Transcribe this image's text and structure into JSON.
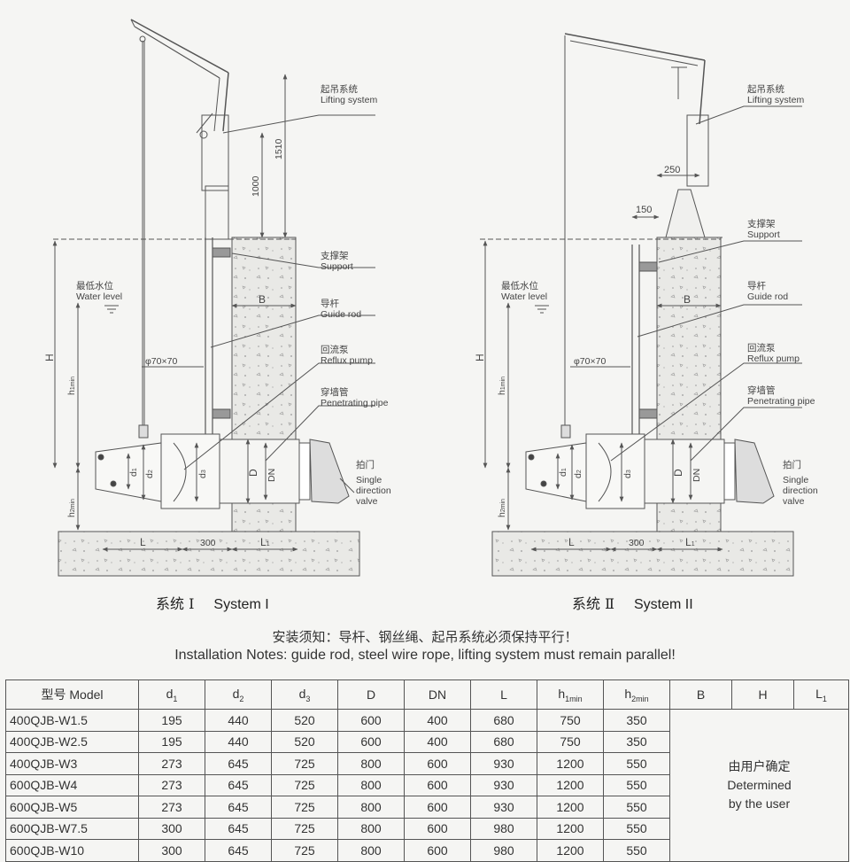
{
  "labels": {
    "lifting_cn": "起吊系统",
    "lifting_en": "Lifting system",
    "support_cn": "支撑架",
    "support_en": "Support",
    "guide_cn": "导杆",
    "guide_en": "Guide rod",
    "pump_cn": "回流泵",
    "pump_en": "Reflux pump",
    "pipe_cn": "穿墙管",
    "pipe_en": "Penetrating pipe",
    "valve_cn": "拍门",
    "valve_en1": "Single",
    "valve_en2": "direction",
    "valve_en3": "valve",
    "water_cn": "最低水位",
    "water_en": "Water level"
  },
  "dims": {
    "d1510": "1510",
    "d1000": "1000",
    "d250": "250",
    "d150": "150",
    "phi": "φ70×70",
    "B": "B",
    "H": "H",
    "h1": "h",
    "h1_sub": "1min",
    "h2": "h",
    "h2_sub": "2min",
    "D": "D",
    "DN": "DN",
    "d1": "d",
    "d1_sub": "1",
    "d2": "d",
    "d2_sub": "2",
    "d3": "d",
    "d3_sub": "3",
    "L": "L",
    "L1": "L",
    "L1_sub": "1",
    "d300": "300"
  },
  "captions": {
    "sys1_cn": "系统 Ⅰ",
    "sys1_en": "System I",
    "sys2_cn": "系统 Ⅱ",
    "sys2_en": "System II"
  },
  "notes": {
    "cn": "安装须知：导杆、钢丝绳、起吊系统必须保持平行！",
    "en": "Installation Notes: guide rod, steel wire rope, lifting system must remain parallel!"
  },
  "table": {
    "model_header": "型号 Model",
    "h_d": "d",
    "h_D": "D",
    "h_DN": "DN",
    "h_L": "L",
    "h_h": "h",
    "h_B": "B",
    "h_H": "H",
    "s_1": "1",
    "s_2": "2",
    "s_3": "3",
    "s_1min": "1min",
    "s_2min": "2min",
    "determined_cn": "由用户确定",
    "determined_en1": "Determined",
    "determined_en2": "by the user",
    "rows": [
      {
        "model": "400QJB-W1.5",
        "d1": "195",
        "d2": "440",
        "d3": "520",
        "D": "600",
        "DN": "400",
        "L": "680",
        "h1": "750",
        "h2": "350"
      },
      {
        "model": "400QJB-W2.5",
        "d1": "195",
        "d2": "440",
        "d3": "520",
        "D": "600",
        "DN": "400",
        "L": "680",
        "h1": "750",
        "h2": "350"
      },
      {
        "model": "400QJB-W3",
        "d1": "273",
        "d2": "645",
        "d3": "725",
        "D": "800",
        "DN": "600",
        "L": "930",
        "h1": "1200",
        "h2": "550"
      },
      {
        "model": "600QJB-W4",
        "d1": "273",
        "d2": "645",
        "d3": "725",
        "D": "800",
        "DN": "600",
        "L": "930",
        "h1": "1200",
        "h2": "550"
      },
      {
        "model": "600QJB-W5",
        "d1": "273",
        "d2": "645",
        "d3": "725",
        "D": "800",
        "DN": "600",
        "L": "930",
        "h1": "1200",
        "h2": "550"
      },
      {
        "model": "600QJB-W7.5",
        "d1": "300",
        "d2": "645",
        "d3": "725",
        "D": "800",
        "DN": "600",
        "L": "980",
        "h1": "1200",
        "h2": "550"
      },
      {
        "model": "600QJB-W10",
        "d1": "300",
        "d2": "645",
        "d3": "725",
        "D": "800",
        "DN": "600",
        "L": "980",
        "h1": "1200",
        "h2": "550"
      }
    ]
  }
}
